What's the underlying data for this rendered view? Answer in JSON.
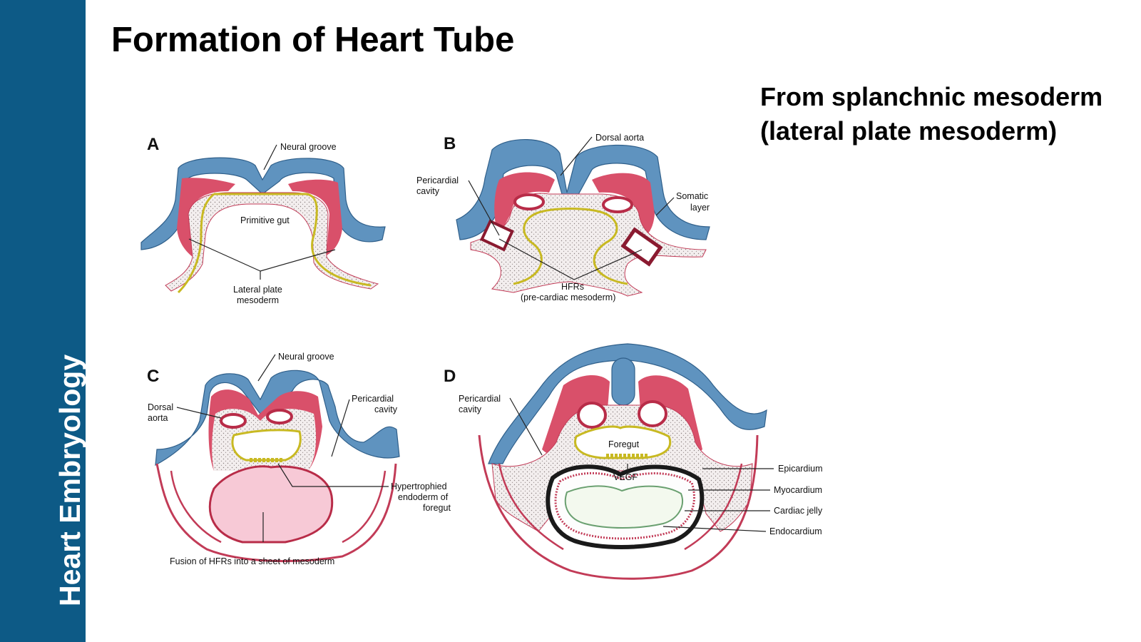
{
  "sidebar": {
    "label": "Heart Embryology"
  },
  "slide": {
    "title": "Formation of Heart Tube",
    "caption": "From splanchnic mesoderm (lateral plate mesoderm)"
  },
  "colors": {
    "sidebar": "#0d5a86",
    "ectoderm": "#5f93bf",
    "mesoderm": "#d9506a",
    "endoderm": "#e3d86a",
    "pericardial_fill": "#f7c9d6"
  },
  "figure": {
    "A": {
      "panel": "A",
      "neural_groove": "Neural groove",
      "primitive_gut": "Primitive gut",
      "lateral_plate_1": "Lateral plate",
      "lateral_plate_2": "mesoderm"
    },
    "B": {
      "panel": "B",
      "dorsal_aorta": "Dorsal aorta",
      "pericardial_1": "Pericardial",
      "pericardial_2": "cavity",
      "somatic_1": "Somatic",
      "somatic_2": "layer",
      "hfrs_1": "HFRs",
      "hfrs_2": "(pre-cardiac mesoderm)"
    },
    "C": {
      "panel": "C",
      "neural_groove": "Neural groove",
      "dorsal_1": "Dorsal",
      "dorsal_2": "aorta",
      "pericardial_1": "Pericardial",
      "pericardial_2": "cavity",
      "hyper_1": "Hypertrophied",
      "hyper_2": "endoderm of",
      "hyper_3": "foregut",
      "fusion": "Fusion of HFRs into a sheet of mesoderm"
    },
    "D": {
      "panel": "D",
      "pericardial_1": "Pericardial",
      "pericardial_2": "cavity",
      "foregut": "Foregut",
      "vegf": "VEGF",
      "epicardium": "Epicardium",
      "myocardium": "Myocardium",
      "cardiac_jelly": "Cardiac jelly",
      "endocardium": "Endocardium"
    }
  }
}
